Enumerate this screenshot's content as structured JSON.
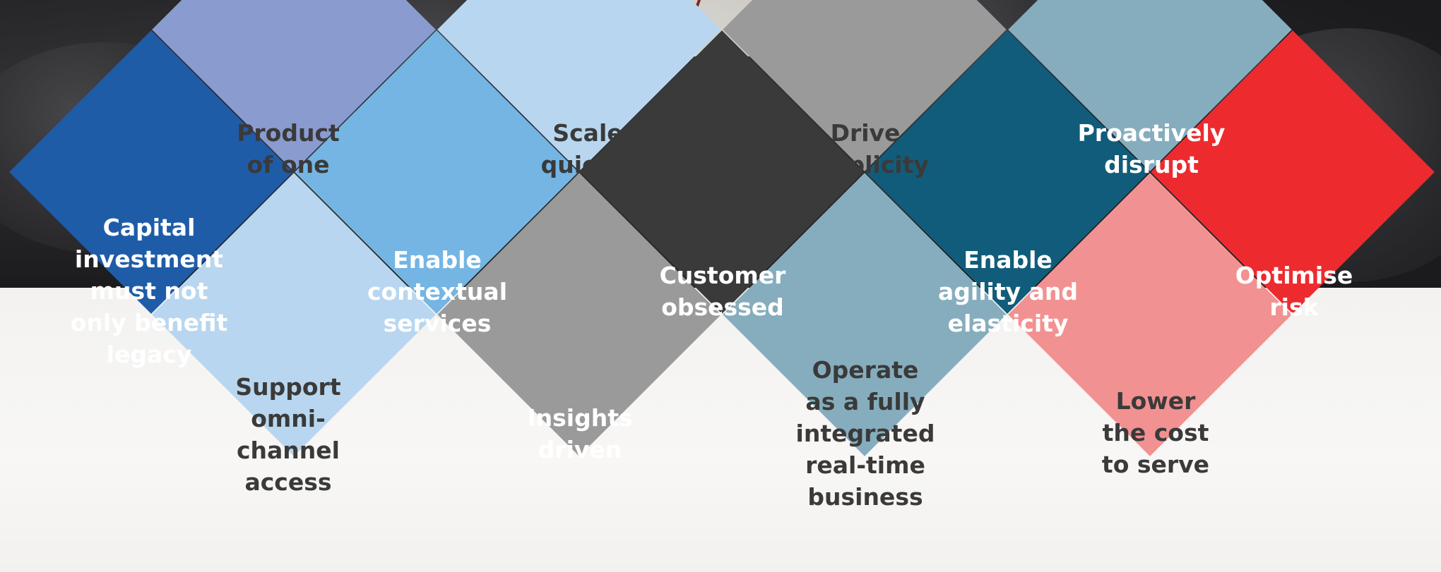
{
  "colors": {
    "periwinkle": "#8a9bd0",
    "light_blue": "#b8d6ef",
    "sky_blue": "#74b5e3",
    "royal_blue": "#1f5ca8",
    "gray": "#9a9a9a",
    "charcoal": "#3a3a3a",
    "teal_gray": "#86adbd",
    "deep_teal": "#115c7a",
    "red": "#ed2b2f",
    "pink": "#f29191"
  },
  "diagram": {
    "tiles": [
      {
        "id": "product-of-one",
        "text": "Product\nof one"
      },
      {
        "id": "scale-quickly",
        "text": "Scale\nquickly"
      },
      {
        "id": "drive-simplicity",
        "text": "Drive\nsimplicity"
      },
      {
        "id": "proactively-disrupt",
        "text": "Proactively\ndisrupt"
      },
      {
        "id": "capital-investment",
        "text": "Capital\ninvestment\nmust not\nonly benefit\nlegacy"
      },
      {
        "id": "enable-contextual-services",
        "text": "Enable\ncontextual\nservices"
      },
      {
        "id": "customer-obsessed",
        "text": "Customer\nobsessed"
      },
      {
        "id": "enable-agility",
        "text": "Enable\nagility and\nelasticity"
      },
      {
        "id": "optimise-risk",
        "text": "Optimise\nrisk"
      },
      {
        "id": "support-omni-channel",
        "text": "Support\nomni-\nchannel\naccess"
      },
      {
        "id": "insights-driven",
        "text": "Insights\ndriven"
      },
      {
        "id": "operate-integrated",
        "text": "Operate\nas a fully\nintegrated\nreal-time\nbusiness"
      },
      {
        "id": "lower-cost",
        "text": "Lower\nthe cost\nto serve"
      }
    ]
  }
}
